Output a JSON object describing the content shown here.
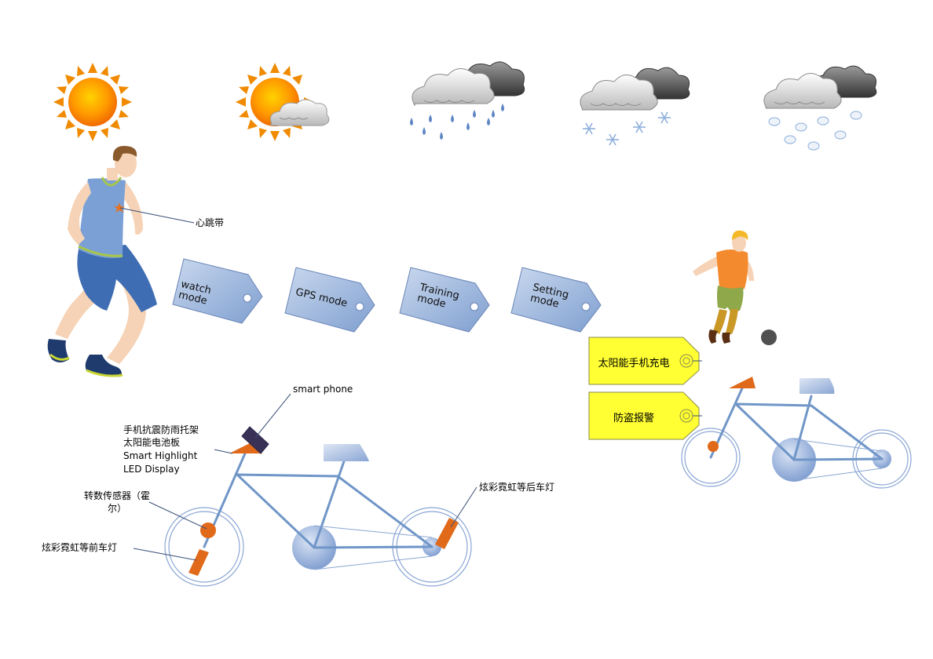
{
  "tags": [
    {
      "text": "watch mode"
    },
    {
      "text": "GPS mode"
    },
    {
      "text": "Training mode"
    },
    {
      "text": "Setting mode"
    }
  ],
  "yellow_tags": [
    {
      "text": "太阳能手机充电"
    },
    {
      "text": "防盗报警"
    }
  ],
  "labels": {
    "heart_strap": "心跳带",
    "smart_phone": "smart phone",
    "mount_line1": "手机抗震防雨托架",
    "mount_line2": "太阳能电池板",
    "mount_line3": "Smart Highlight",
    "mount_line4": "LED Display",
    "speed_sensor": "转数传感器（霍尔）",
    "front_light": "炫彩霓虹等前车灯",
    "rear_light": "炫彩霓虹等后车灯"
  },
  "colors": {
    "sun": "#f08a00",
    "bike_frame": "#7096c8",
    "tag_fill": "#a6bde0",
    "yellow_tag": "#ffff33",
    "accent": "#e06a1a"
  }
}
